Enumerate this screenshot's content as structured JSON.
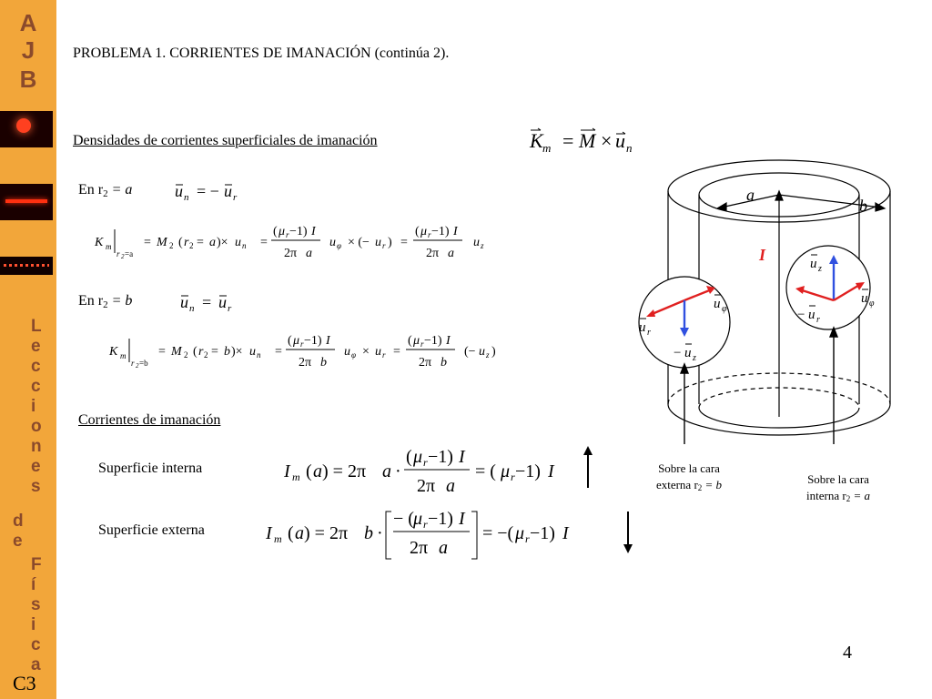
{
  "sidebar": {
    "logo_letters": [
      "A",
      "J",
      "B"
    ],
    "vertical_text_1": [
      "L",
      "e",
      "c",
      "c",
      "i",
      "o",
      "n",
      "e",
      "s"
    ],
    "vertical_text_2": [
      "d",
      "e"
    ],
    "vertical_text_3": [
      "F",
      "í",
      "s",
      "i",
      "c",
      "a"
    ],
    "chapter": "C3",
    "accent_color": "#f2a63a",
    "letter_color": "#8b4a2b"
  },
  "title": "PROBLEMA 1. CORRIENTES DE IMANACIÓN (continúa 2).",
  "section_surface_density": "Densidades de corrientes superficiales de imanación",
  "case_a_label": "En r",
  "case_a_cond": "= a",
  "case_b_label": "En r",
  "case_b_cond": "= b",
  "section_currents": "Corrientes de imanación",
  "inner_surface": "Superficie interna",
  "outer_surface": "Superficie externa",
  "caption_outer_line1": "Sobre la cara",
  "caption_outer_line2": "externa r",
  "caption_outer_cond": " = b",
  "caption_inner_line1": "Sobre la cara",
  "caption_inner_line2": "interna r",
  "caption_inner_cond": " = a",
  "diagram_labels": {
    "a": "a",
    "b": "b",
    "current": "I"
  },
  "page_number": "4"
}
